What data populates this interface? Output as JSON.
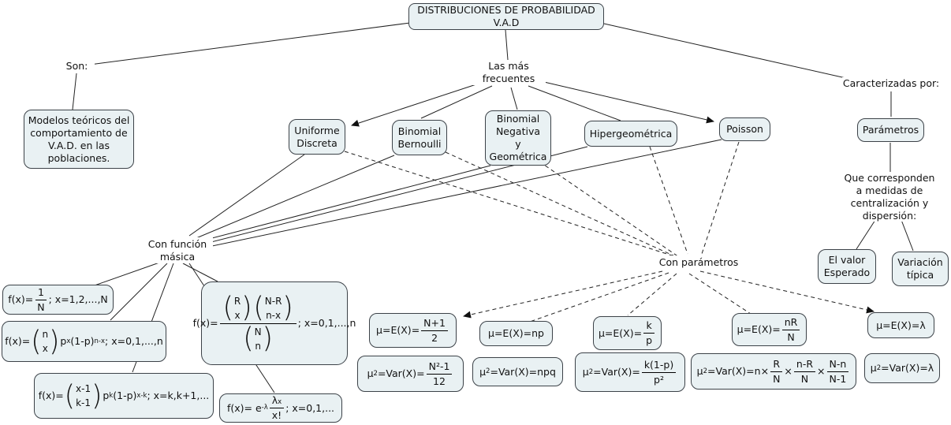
{
  "colors": {
    "box_fill": "#e9f1f3",
    "box_border": "#3c4248",
    "line": "#222222",
    "background": "#ffffff"
  },
  "title": "DISTRIBUCIONES DE PROBABILIDAD\nV.A.D",
  "labels": {
    "son": "Son:",
    "frecuentes": "Las más\nfrecuentes",
    "caracterizadas": "Caracterizadas por:",
    "con_funcion": "Con función\nmásica",
    "con_parametros": "Con parámetros",
    "corresponden": "Que corresponden\na medidas de\ncentralización y\ndispersión:"
  },
  "nodes": {
    "modelos": "Modelos teóricos del\ncomportamiento de\nV.A.D. en las\npoblaciones.",
    "uniforme": "Uniforme\nDiscreta",
    "bernoulli": "Binomial\nBernoulli",
    "negativa": "Binomial\nNegativa\ny\nGeométrica",
    "hipergeometrica": "Hipergeométrica",
    "poisson": "Poisson",
    "parametros": "Parámetros",
    "valor_esperado": "El valor\nEsperado",
    "variacion": "Variación\ntípica"
  },
  "formulas": {
    "uniforme_fx": {
      "pre": "f(x)=",
      "num": "1",
      "den": "N",
      "post": "; x=1,2,...,N"
    },
    "binomial_fx": {
      "pre": "f(x)=",
      "binom_top": "n",
      "binom_bottom": "x",
      "mid1": "p",
      "sup1": "x",
      "mid2": "(1-p)",
      "sup2": "n-x",
      "post": "; x=0,1,...,n"
    },
    "negativa_fx": {
      "pre": "f(x)=",
      "binom_top": "x-1",
      "binom_bottom": "k-1",
      "mid1": "p",
      "sup1": "k",
      "mid2": "(1-p)",
      "sup2": "x-k",
      "post": "; x=k,k+1,..."
    },
    "hiper_fx": {
      "pre": "f(x)=",
      "b1_top": "R",
      "b1_bottom": "x",
      "b2_top": "N-R",
      "b2_bottom": "n-x",
      "b3_top": "N",
      "b3_bottom": "n",
      "post": "; x=0,1,...,n"
    },
    "poisson_fx": {
      "pre": "f(x)= e",
      "esup": "-λ",
      "num": "λ",
      "num_sup": "x",
      "den": "x!",
      "post": "; x=0,1,..."
    }
  },
  "params": {
    "uniforme_mu": {
      "pre": "μ=E(X)=",
      "num": "N+1",
      "den": "2"
    },
    "uniforme_var": {
      "pre": "μ",
      "sub": "2",
      "mid": "=Var(X)=",
      "num": "N²-1",
      "den": "12"
    },
    "binomial_mu": {
      "text": "μ=E(X)=np"
    },
    "binomial_var": {
      "pre": "μ",
      "sub": "2",
      "mid": "=Var(X)=npq"
    },
    "negativa_mu": {
      "pre": "μ=E(X)=",
      "num": "k",
      "den": "p"
    },
    "negativa_var": {
      "pre": "μ",
      "sub": "2",
      "mid": "=Var(X)=",
      "num": "k(1-p)",
      "den": "p²"
    },
    "hiper_mu": {
      "pre": "μ=E(X)=",
      "num": "nR",
      "den": "N"
    },
    "hiper_var": {
      "pre": "μ",
      "sub": "2",
      "mid": "=Var(X)=n×",
      "f1n": "R",
      "f1d": "N",
      "x1": "×",
      "f2n": "n-R",
      "f2d": "N",
      "x2": "×",
      "f3n": "N-n",
      "f3d": "N-1"
    },
    "poisson_mu": {
      "text": "μ=E(X)=λ"
    },
    "poisson_var": {
      "pre": "μ",
      "sub": "2",
      "mid": "=Var(X)=λ"
    }
  }
}
